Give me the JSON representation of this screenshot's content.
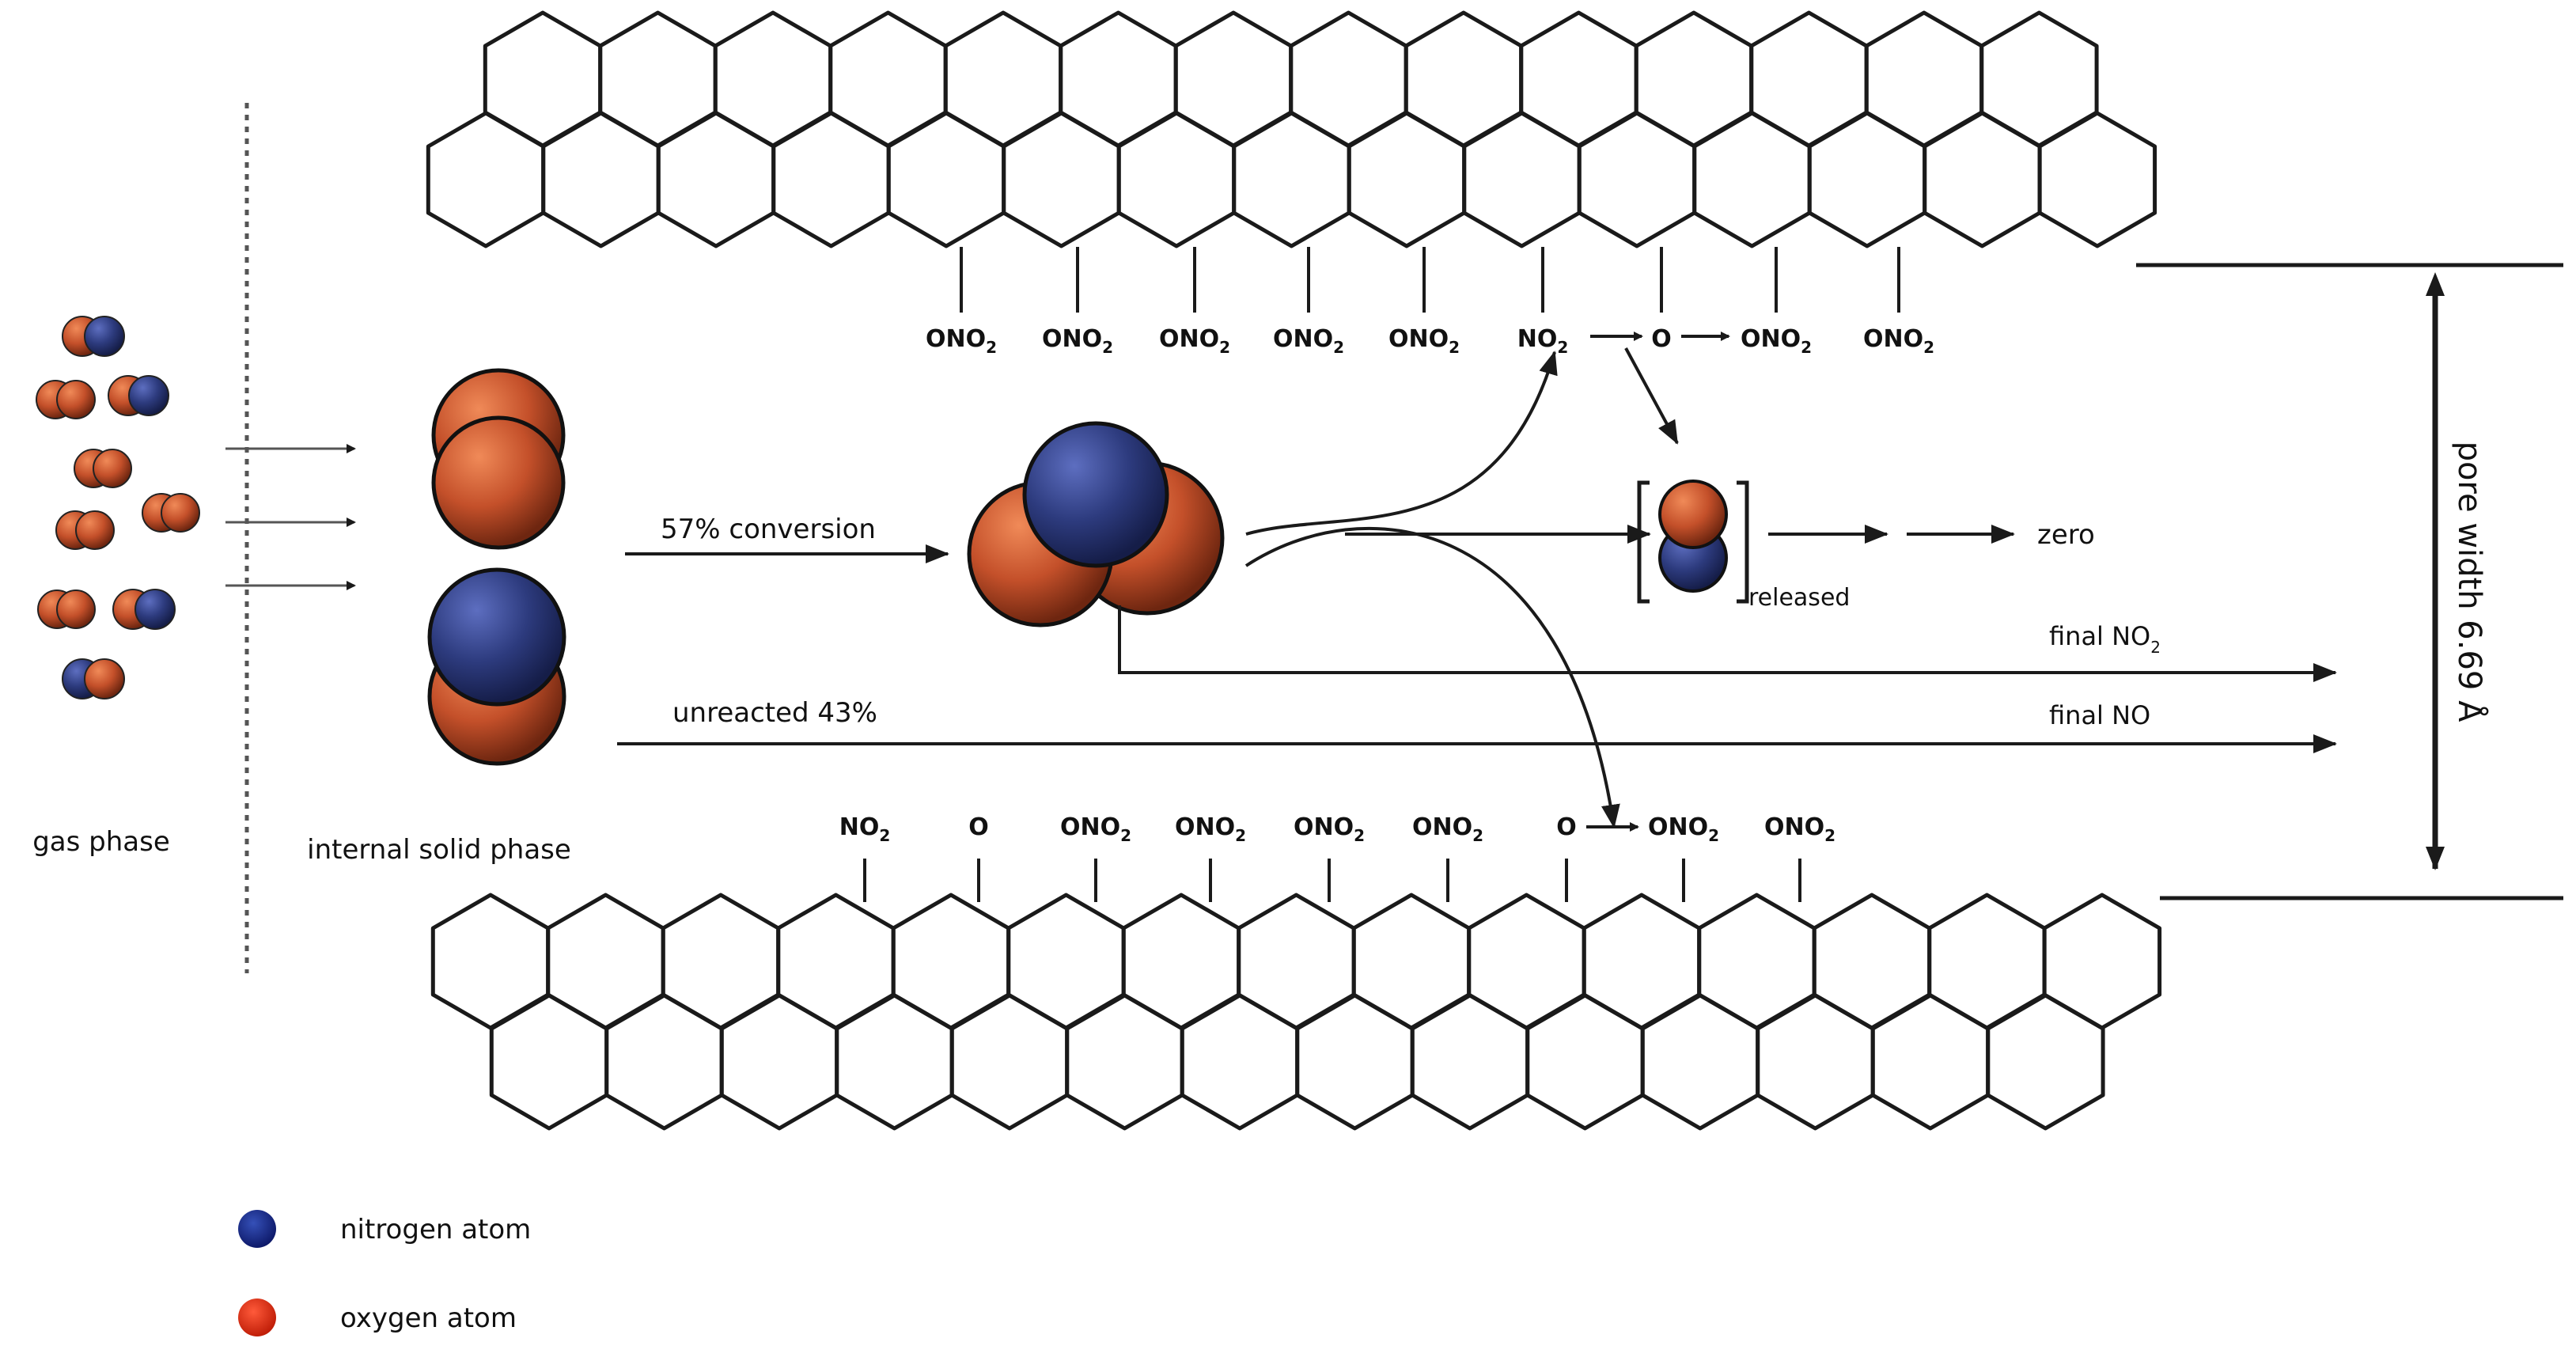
{
  "figure": {
    "phases": {
      "gas": "gas phase",
      "internal": "internal solid phase"
    },
    "reaction": {
      "conversion": "57% conversion",
      "unreacted": "unreacted 43%",
      "zero": "zero",
      "released": "released",
      "final_no2_main": "final NO",
      "final_no2_sub": "2",
      "final_no": "final NO"
    },
    "pore_label": "pore width 6.69 Å",
    "top_groups": [
      {
        "main": "ONO",
        "sub": "2"
      },
      {
        "main": "ONO",
        "sub": "2"
      },
      {
        "main": "ONO",
        "sub": "2"
      },
      {
        "main": "ONO",
        "sub": "2"
      },
      {
        "main": "ONO",
        "sub": "2"
      },
      {
        "main": "NO",
        "sub": "2"
      },
      {
        "main": "O",
        "sub": ""
      },
      {
        "main": "ONO",
        "sub": "2"
      },
      {
        "main": "ONO",
        "sub": "2"
      }
    ],
    "bottom_groups": [
      {
        "main": "NO",
        "sub": "2"
      },
      {
        "main": "O",
        "sub": ""
      },
      {
        "main": "ONO",
        "sub": "2"
      },
      {
        "main": "ONO",
        "sub": "2"
      },
      {
        "main": "ONO",
        "sub": "2"
      },
      {
        "main": "ONO",
        "sub": "2"
      },
      {
        "main": "O",
        "sub": ""
      },
      {
        "main": "ONO",
        "sub": "2"
      },
      {
        "main": "ONO",
        "sub": "2"
      }
    ],
    "legend": [
      {
        "label": "nitrogen atom",
        "color": "#233a8c"
      },
      {
        "label": "oxygen atom",
        "color": "#d8401c"
      }
    ],
    "colors": {
      "oxygen": "#c4502a",
      "nitrogen": "#2d3b7e",
      "line": "#1a1a1a"
    }
  }
}
